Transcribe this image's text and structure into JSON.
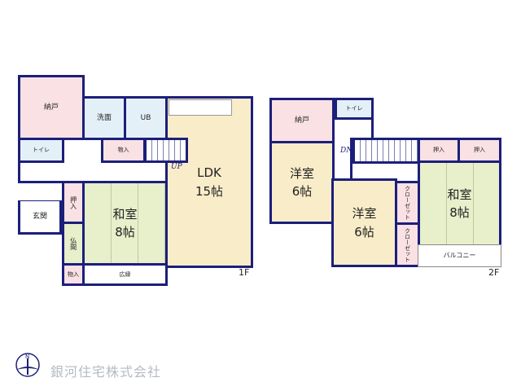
{
  "floor1": {
    "label": "1F",
    "rooms": {
      "storage": "納戸",
      "washroom": "洗面",
      "bath": "UB",
      "toilet": "トイレ",
      "closet1": "物入",
      "ldk_name": "LDK",
      "ldk_size": "15帖",
      "oshiire": "押入",
      "washitsu_name": "和室",
      "washitsu_size": "8帖",
      "entrance": "玄関",
      "butsuma": "仏間",
      "closet2": "物入",
      "hiroen": "広縁"
    },
    "stairs": "UP"
  },
  "floor2": {
    "label": "2F",
    "rooms": {
      "storage": "納戸",
      "toilet": "トイレ",
      "western1_name": "洋室",
      "western1_size": "6帖",
      "western2_name": "洋室",
      "western2_size": "6帖",
      "closet1": "クローゼット",
      "closet2": "クローゼット",
      "oshiire1": "押入",
      "oshiire2": "押入",
      "washitsu_name": "和室",
      "washitsu_size": "8帖",
      "balcony": "バルコニー"
    },
    "stairs": "DN"
  },
  "company": "銀河住宅株式会社",
  "compass": "N",
  "colors": {
    "wall": "#1c1f7a",
    "storage": "#f9e1e4",
    "wet": "#e4f0f8",
    "western": "#f9ecc9",
    "japanese": "#e7efcb"
  }
}
